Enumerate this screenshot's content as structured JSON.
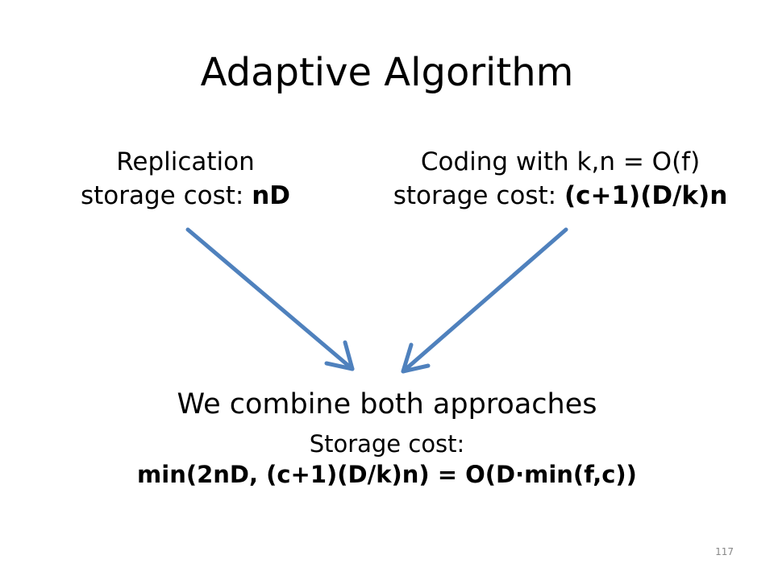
{
  "slide": {
    "title": "Adaptive Algorithm",
    "left": {
      "line1": "Replication",
      "cost_label": "storage cost: ",
      "cost_value": "nD"
    },
    "right": {
      "line1": "Coding with k,n = O(f)",
      "cost_label": "storage cost: ",
      "cost_value": "(c+1)(D/k)n"
    },
    "bottom": {
      "headline": "We combine both approaches",
      "cost_label": "Storage cost:",
      "formula": "min(2nD, (c+1)(D/k)n) = O(D·min(f,c))"
    },
    "slide_number": "117"
  },
  "colors": {
    "arrow": "#4f81bd",
    "text": "#000000",
    "background": "#ffffff"
  }
}
